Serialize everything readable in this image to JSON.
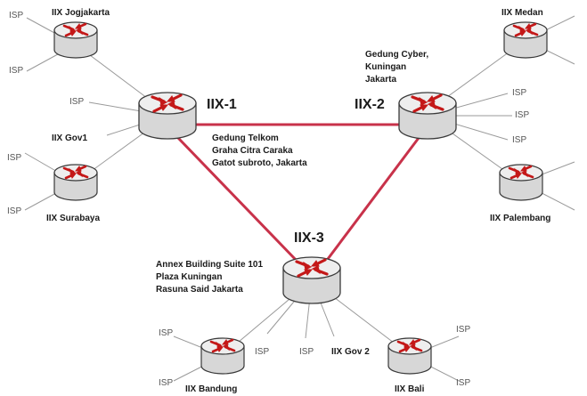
{
  "colors": {
    "backbone": "#c8324a",
    "spoke": "#9a9a9a",
    "router_body": "#d7d7d7",
    "router_top": "#eeeeee",
    "arrow": "#c41818"
  },
  "icon": "router-icon",
  "hubs": {
    "iix1": {
      "name": "IIX-1",
      "location": [
        "Gedung Telkom",
        "Graha Citra Caraka",
        "Gatot subroto, Jakarta"
      ]
    },
    "iix2": {
      "name": "IIX-2",
      "location": [
        "Gedung Cyber,",
        "Kuningan",
        "Jakarta"
      ]
    },
    "iix3": {
      "name": "IIX-3",
      "location": [
        "Annex Building Suite 101",
        "Plaza Kuningan",
        "Rasuna Said Jakarta"
      ]
    }
  },
  "nodes": {
    "jogjakarta": "IIX Jogjakarta",
    "gov1": "IIX Gov1",
    "surabaya": "IIX Surabaya",
    "medan": "IIX Medan",
    "palembang": "IIX Palembang",
    "bandung": "IIX Bandung",
    "gov2": "IIX Gov 2",
    "bali": "IIX Bali"
  },
  "isp_label": "ISP"
}
